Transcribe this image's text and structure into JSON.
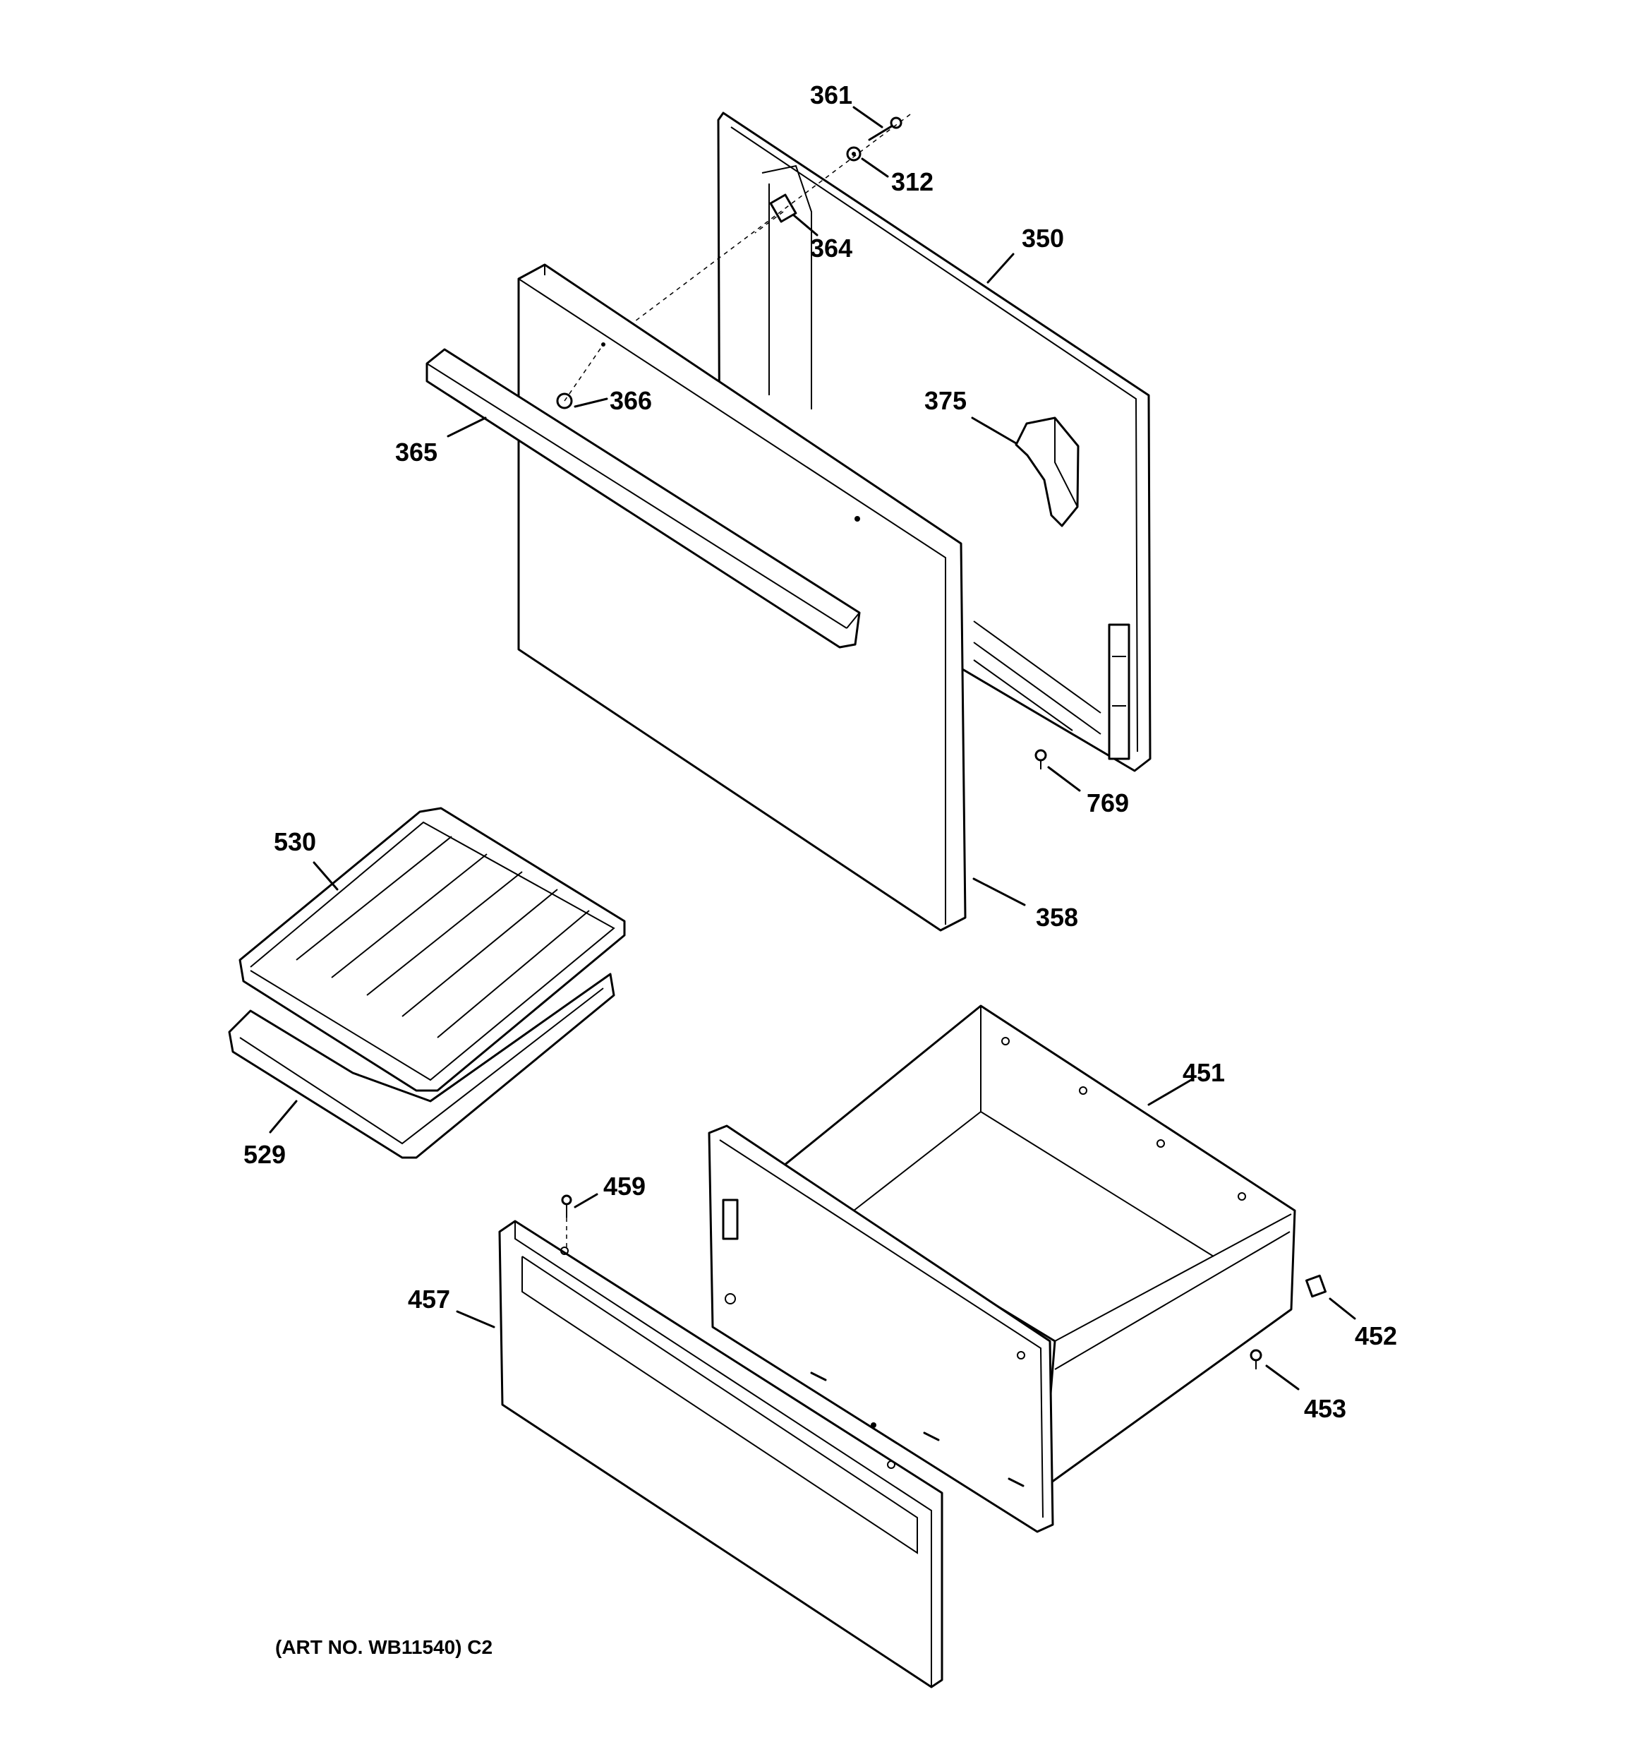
{
  "art_number": "(ART NO. WB11540) C2",
  "callouts": {
    "c312": "312",
    "c350": "350",
    "c358": "358",
    "c361": "361",
    "c364": "364",
    "c365": "365",
    "c366": "366",
    "c375": "375",
    "c451": "451",
    "c452": "452",
    "c453": "453",
    "c457": "457",
    "c459": "459",
    "c529": "529",
    "c530": "530",
    "c769": "769"
  }
}
